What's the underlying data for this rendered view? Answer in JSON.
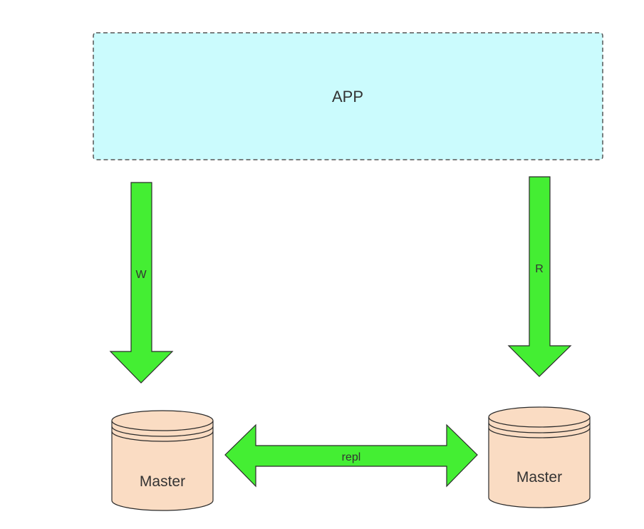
{
  "diagram": {
    "app": {
      "label": "APP"
    },
    "write_arrow": {
      "label": "W"
    },
    "read_arrow": {
      "label": "R"
    },
    "replication_arrow": {
      "label": "repl"
    },
    "left_db": {
      "label": "Master"
    },
    "right_db": {
      "label": "Master"
    }
  },
  "colors": {
    "app_fill": "#cbfbfd",
    "app_border": "#555555",
    "arrow_fill": "#44ee33",
    "arrow_stroke": "#2a2a2a",
    "db_fill": "#fadcc3",
    "db_stroke": "#2a2a2a"
  }
}
